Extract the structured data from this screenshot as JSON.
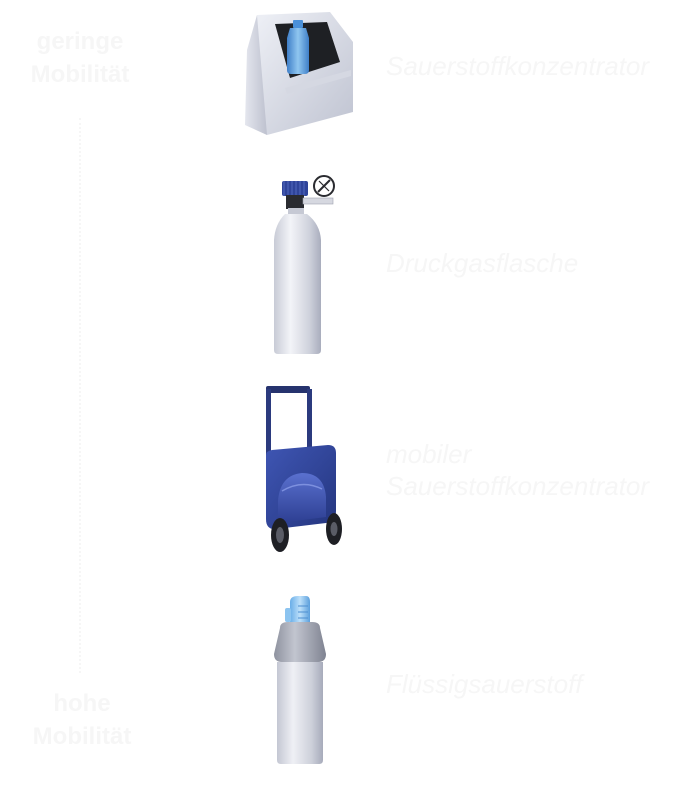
{
  "scale": {
    "top_label": "geringe\nMobilität",
    "bottom_label": "hohe\nMobilität"
  },
  "devices": [
    {
      "label": "Sauerstoffkonzentrator",
      "icon": "stationary-oxygen-concentrator-icon"
    },
    {
      "label": "Druckgasflasche",
      "icon": "compressed-gas-cylinder-icon"
    },
    {
      "label": "mobiler\nSauerstoffkonzentrator",
      "icon": "portable-oxygen-concentrator-icon"
    },
    {
      "label": "Flüssigsauerstoff",
      "icon": "liquid-oxygen-container-icon"
    }
  ],
  "colors": {
    "label_text": "#f6f6f6",
    "device_silver": "#c9ccd8",
    "device_blue": "#2f449a",
    "bottle_blue": "#5f9fd8"
  }
}
